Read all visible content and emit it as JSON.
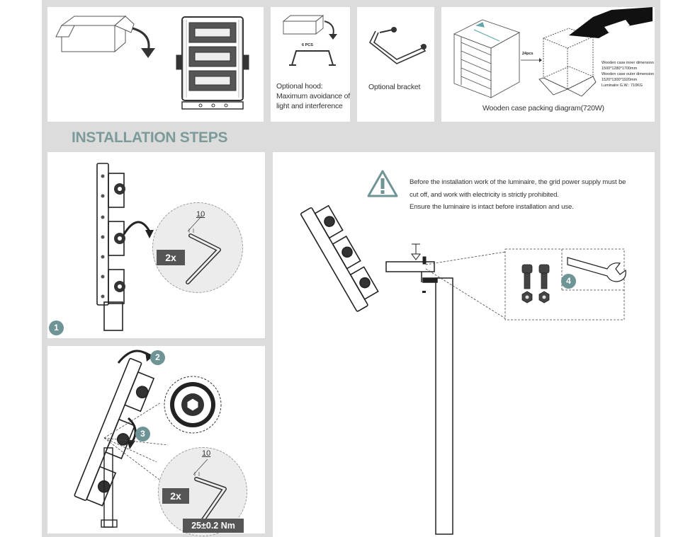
{
  "top_row": {
    "hood": {
      "qty_label": "6 PCS",
      "caption": [
        "Optional hood:",
        "Maximum avoidance of",
        "light and interference"
      ]
    },
    "bracket": {
      "caption": "Optional bracket"
    },
    "packing": {
      "qty_label": "24pcs",
      "specs": [
        "Wooden case inner dimension",
        "1500*1280*1700mm",
        "Wooden case outer dimension",
        "1520*1300*1920mm",
        "Luminaire G.W.:  710KG"
      ],
      "caption": "Wooden case packing diagram(720W)"
    }
  },
  "section_title": "INSTALLATION STEPS",
  "step1": {
    "badge": "1",
    "dimension": "10",
    "qty_tag": "2x"
  },
  "step23": {
    "badges": [
      "2",
      "3"
    ],
    "dimension": "10",
    "qty_tag": "2x",
    "torque_tag": "25±0.2 Nm"
  },
  "step4": {
    "badge": "4",
    "warning_lines": [
      "Before the installation work of the luminaire, the grid power supply must be",
      "cut off, and work with electricity is strictly prohibited.",
      "Ensure the luminaire is intact before installation and use."
    ]
  },
  "colors": {
    "background": "#dcdcdc",
    "accent": "#6f9495",
    "heading": "#7d9a9a",
    "tag": "#555555"
  }
}
